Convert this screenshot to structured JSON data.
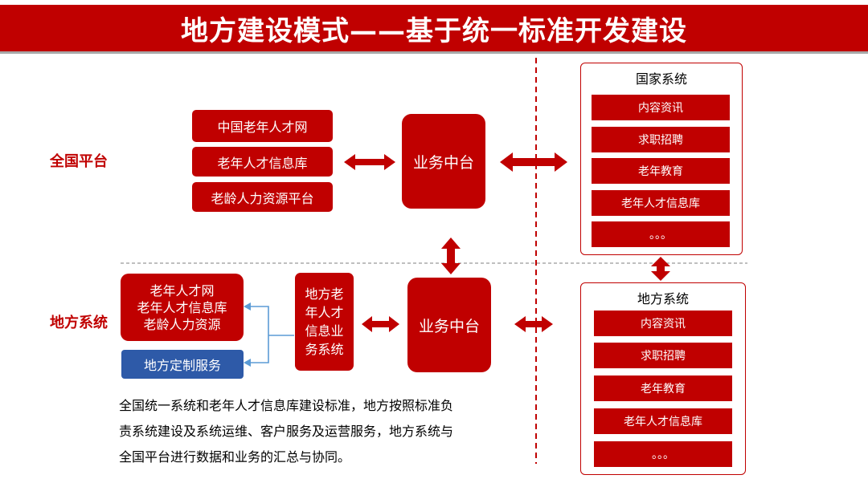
{
  "title": "地方建设模式——基于统一标准开发建设",
  "national": {
    "label": "全国平台",
    "items": [
      "中国老年人才网",
      "老年人才信息库",
      "老龄人力资源平台"
    ],
    "hub": "业务中台"
  },
  "local": {
    "label": "地方系统",
    "resource_lines": [
      "老年人才网",
      "老年人才信息库",
      "老龄人力资源"
    ],
    "custom_service": "地方定制服务",
    "business_system": [
      "地方老",
      "年人才",
      "信息业",
      "务系统"
    ],
    "hub": "业务中台"
  },
  "national_system": {
    "title": "国家系统",
    "items": [
      "内容资讯",
      "求职招聘",
      "老年教育",
      "老年人才信息库",
      "。。。"
    ]
  },
  "local_system": {
    "title": "地方系统",
    "items": [
      "内容资讯",
      "求职招聘",
      "老年教育",
      "老年人才信息库",
      "。。。"
    ]
  },
  "description": [
    "全国统一系统和老年人才信息库建设标准，地方按照标准负",
    "责系统建设及系统运维、客户服务及运营服务，地方系统与",
    "全国平台进行数据和业务的汇总与协同。"
  ],
  "colors": {
    "primary_red": "#c00000",
    "service_blue": "#2e5aa8",
    "arrow_blue": "#5b9bd5"
  }
}
